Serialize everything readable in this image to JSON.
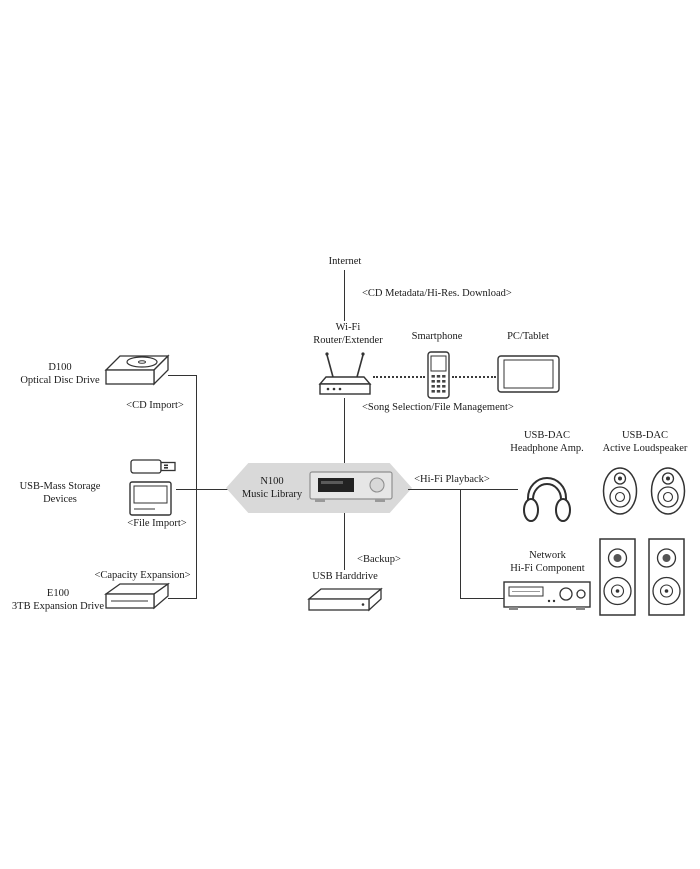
{
  "colors": {
    "line": "#333333",
    "banner_gray": "#d9d9d9",
    "text": "#1a1a1a"
  },
  "labels": {
    "internet": "Internet",
    "cd_metadata": "<CD Metadata/Hi-Res. Download>",
    "wifi_router": "Wi-Fi\nRouter/Extender",
    "smartphone": "Smartphone",
    "pc_tablet": "PC/Tablet",
    "song_selection": "<Song Selection/File Management>",
    "d100": "D100\nOptical Disc Drive",
    "cd_import": "<CD Import>",
    "usb_mass_storage": "USB-Mass Storage\nDevices",
    "file_import": "<File Import>",
    "capacity_expansion": "<Capacity Expansion>",
    "e100": "E100\n3TB Expansion Drive",
    "n100": "N100\nMusic Library",
    "hifi_playback": "<Hi-Fi Playback>",
    "usb_dac_headphone": "USB-DAC\nHeadphone Amp.",
    "usb_dac_loudspeaker": "USB-DAC\nActive Loudspeaker",
    "backup": "<Backup>",
    "usb_harddrive": "USB Harddrive",
    "network_hifi": "Network\nHi-Fi Component"
  }
}
